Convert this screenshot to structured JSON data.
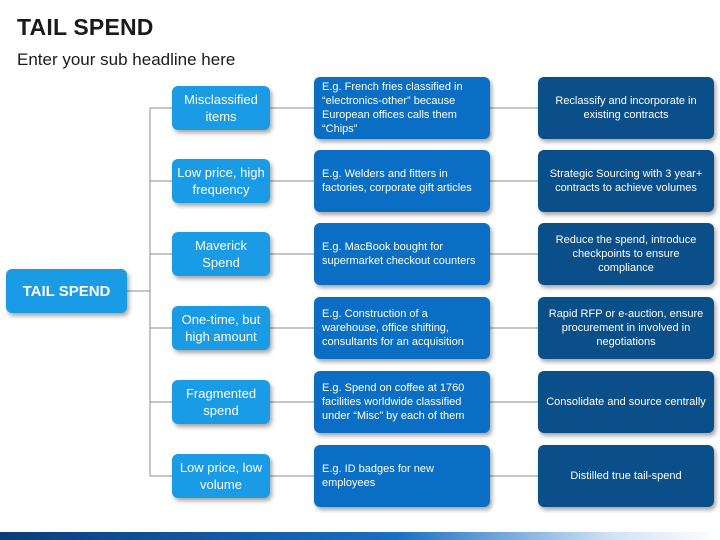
{
  "header": {
    "title": "TAIL SPEND",
    "subtitle": "Enter your sub headline here"
  },
  "root": {
    "label": "TAIL SPEND"
  },
  "rows": [
    {
      "category": "Misclassified items",
      "example": "E.g. French fries classified in “electronics-other”  because European offices calls them “Chips”",
      "action": "Reclassify and incorporate in existing contracts"
    },
    {
      "category": "Low price, high frequency",
      "example": "E.g. Welders and fitters in factories, corporate gift articles",
      "action": "Strategic Sourcing with 3 year+ contracts to achieve volumes"
    },
    {
      "category": "Maverick Spend",
      "example": "E.g. MacBook bought for supermarket checkout counters",
      "action": "Reduce the spend, introduce checkpoints to ensure compliance"
    },
    {
      "category": "One-time, but high amount",
      "example": "E.g. Construction of a warehouse, office shifting, consultants for an acquisition",
      "action": "Rapid RFP or e-auction, ensure procurement in involved in negotiations"
    },
    {
      "category": "Fragmented spend",
      "example": "E.g. Spend on coffee at 1760 facilities worldwide classified under “Misc” by each of them",
      "action": "Consolidate and source centrally"
    },
    {
      "category": "Low price, low volume",
      "example": "E.g. ID badges for new employees",
      "action": "Distilled true tail-spend"
    }
  ],
  "colors": {
    "root": "#1a9be6",
    "category": "#1a9be6",
    "example": "#0a6fc4",
    "action": "#0a4f8a",
    "connector": "#8c8c8c"
  }
}
